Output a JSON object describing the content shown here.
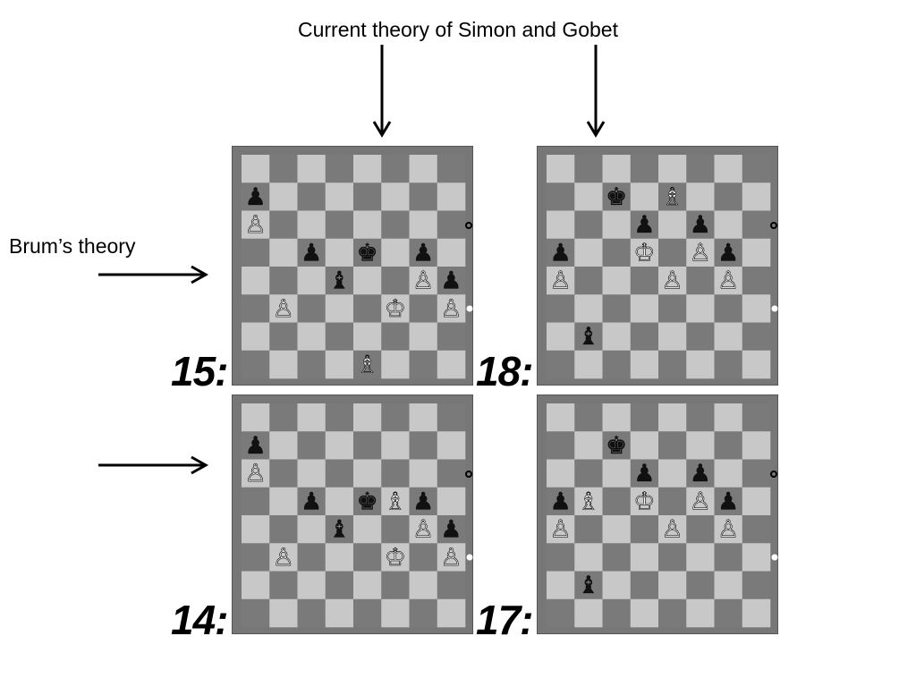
{
  "labels": {
    "top": "Current theory of Simon and Gobet",
    "side": "Brum’s theory"
  },
  "colors": {
    "light_square": "#c8c8c8",
    "dark_square": "#7a7a7a",
    "frame": "#777777",
    "white_piece": "#ffffff",
    "black_piece": "#111111"
  },
  "boards": [
    {
      "id": "15",
      "label": "15:",
      "pieces": [
        {
          "sq": "a7",
          "type": "pawn",
          "color": "black"
        },
        {
          "sq": "a6",
          "type": "pawn",
          "color": "white"
        },
        {
          "sq": "c5",
          "type": "pawn",
          "color": "black"
        },
        {
          "sq": "e5",
          "type": "king",
          "color": "black"
        },
        {
          "sq": "g5",
          "type": "pawn",
          "color": "black"
        },
        {
          "sq": "d4",
          "type": "bishop",
          "color": "black"
        },
        {
          "sq": "g4",
          "type": "pawn",
          "color": "white"
        },
        {
          "sq": "h4",
          "type": "pawn",
          "color": "black"
        },
        {
          "sq": "b3",
          "type": "pawn",
          "color": "white"
        },
        {
          "sq": "f3",
          "type": "king",
          "color": "white"
        },
        {
          "sq": "h3",
          "type": "pawn",
          "color": "white"
        },
        {
          "sq": "e1",
          "type": "bishop",
          "color": "white"
        }
      ]
    },
    {
      "id": "18",
      "label": "18:",
      "pieces": [
        {
          "sq": "c7",
          "type": "king",
          "color": "black"
        },
        {
          "sq": "e7",
          "type": "bishop",
          "color": "white"
        },
        {
          "sq": "d6",
          "type": "pawn",
          "color": "black"
        },
        {
          "sq": "f6",
          "type": "pawn",
          "color": "black"
        },
        {
          "sq": "a5",
          "type": "pawn",
          "color": "black"
        },
        {
          "sq": "d5",
          "type": "king",
          "color": "white"
        },
        {
          "sq": "f5",
          "type": "pawn",
          "color": "white"
        },
        {
          "sq": "g5",
          "type": "pawn",
          "color": "black"
        },
        {
          "sq": "a4",
          "type": "pawn",
          "color": "white"
        },
        {
          "sq": "e4",
          "type": "pawn",
          "color": "white"
        },
        {
          "sq": "g4",
          "type": "pawn",
          "color": "white"
        },
        {
          "sq": "b2",
          "type": "bishop",
          "color": "black"
        }
      ]
    },
    {
      "id": "14",
      "label": "14:",
      "pieces": [
        {
          "sq": "a7",
          "type": "pawn",
          "color": "black"
        },
        {
          "sq": "a6",
          "type": "pawn",
          "color": "white"
        },
        {
          "sq": "c5",
          "type": "pawn",
          "color": "black"
        },
        {
          "sq": "e5",
          "type": "king",
          "color": "black"
        },
        {
          "sq": "f5",
          "type": "bishop",
          "color": "white"
        },
        {
          "sq": "g5",
          "type": "pawn",
          "color": "black"
        },
        {
          "sq": "d4",
          "type": "bishop",
          "color": "black"
        },
        {
          "sq": "g4",
          "type": "pawn",
          "color": "white"
        },
        {
          "sq": "h4",
          "type": "pawn",
          "color": "black"
        },
        {
          "sq": "b3",
          "type": "pawn",
          "color": "white"
        },
        {
          "sq": "f3",
          "type": "king",
          "color": "white"
        },
        {
          "sq": "h3",
          "type": "pawn",
          "color": "white"
        }
      ]
    },
    {
      "id": "17",
      "label": "17:",
      "pieces": [
        {
          "sq": "c7",
          "type": "king",
          "color": "black"
        },
        {
          "sq": "d6",
          "type": "pawn",
          "color": "black"
        },
        {
          "sq": "f6",
          "type": "pawn",
          "color": "black"
        },
        {
          "sq": "a5",
          "type": "pawn",
          "color": "black"
        },
        {
          "sq": "b5",
          "type": "bishop",
          "color": "white"
        },
        {
          "sq": "d5",
          "type": "king",
          "color": "white"
        },
        {
          "sq": "f5",
          "type": "pawn",
          "color": "white"
        },
        {
          "sq": "g5",
          "type": "pawn",
          "color": "black"
        },
        {
          "sq": "a4",
          "type": "pawn",
          "color": "white"
        },
        {
          "sq": "e4",
          "type": "pawn",
          "color": "white"
        },
        {
          "sq": "g4",
          "type": "pawn",
          "color": "white"
        },
        {
          "sq": "b2",
          "type": "bishop",
          "color": "black"
        }
      ]
    }
  ]
}
